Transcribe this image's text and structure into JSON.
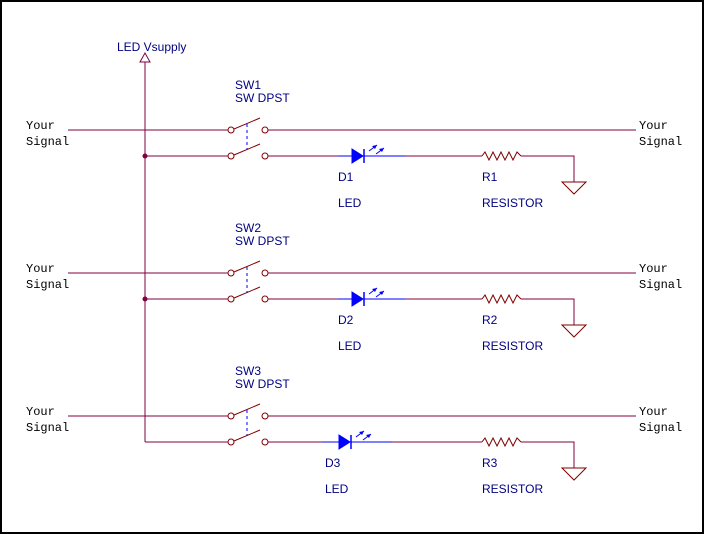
{
  "supply_label": "LED Vsupply",
  "signal_left": [
    "Your",
    "Signal"
  ],
  "signal_right": [
    "Your",
    "Signal"
  ],
  "stages": [
    {
      "switch_ref": "SW1",
      "switch_type": "SW DPST",
      "led_ref": "D1",
      "led_value": "LED",
      "res_ref": "R1",
      "res_value": "RESISTOR"
    },
    {
      "switch_ref": "SW2",
      "switch_type": "SW DPST",
      "led_ref": "D2",
      "led_value": "LED",
      "res_ref": "R2",
      "res_value": "RESISTOR"
    },
    {
      "switch_ref": "SW3",
      "switch_type": "SW DPST",
      "led_ref": "D3",
      "led_value": "LED",
      "res_ref": "R3",
      "res_value": "RESISTOR"
    }
  ],
  "colors": {
    "wire": "#800040",
    "part": "#800000",
    "switch_link": "#0000ff",
    "led": "#0000ff",
    "label": "#000080",
    "signal_text": "#000000",
    "frame": "#000000"
  }
}
